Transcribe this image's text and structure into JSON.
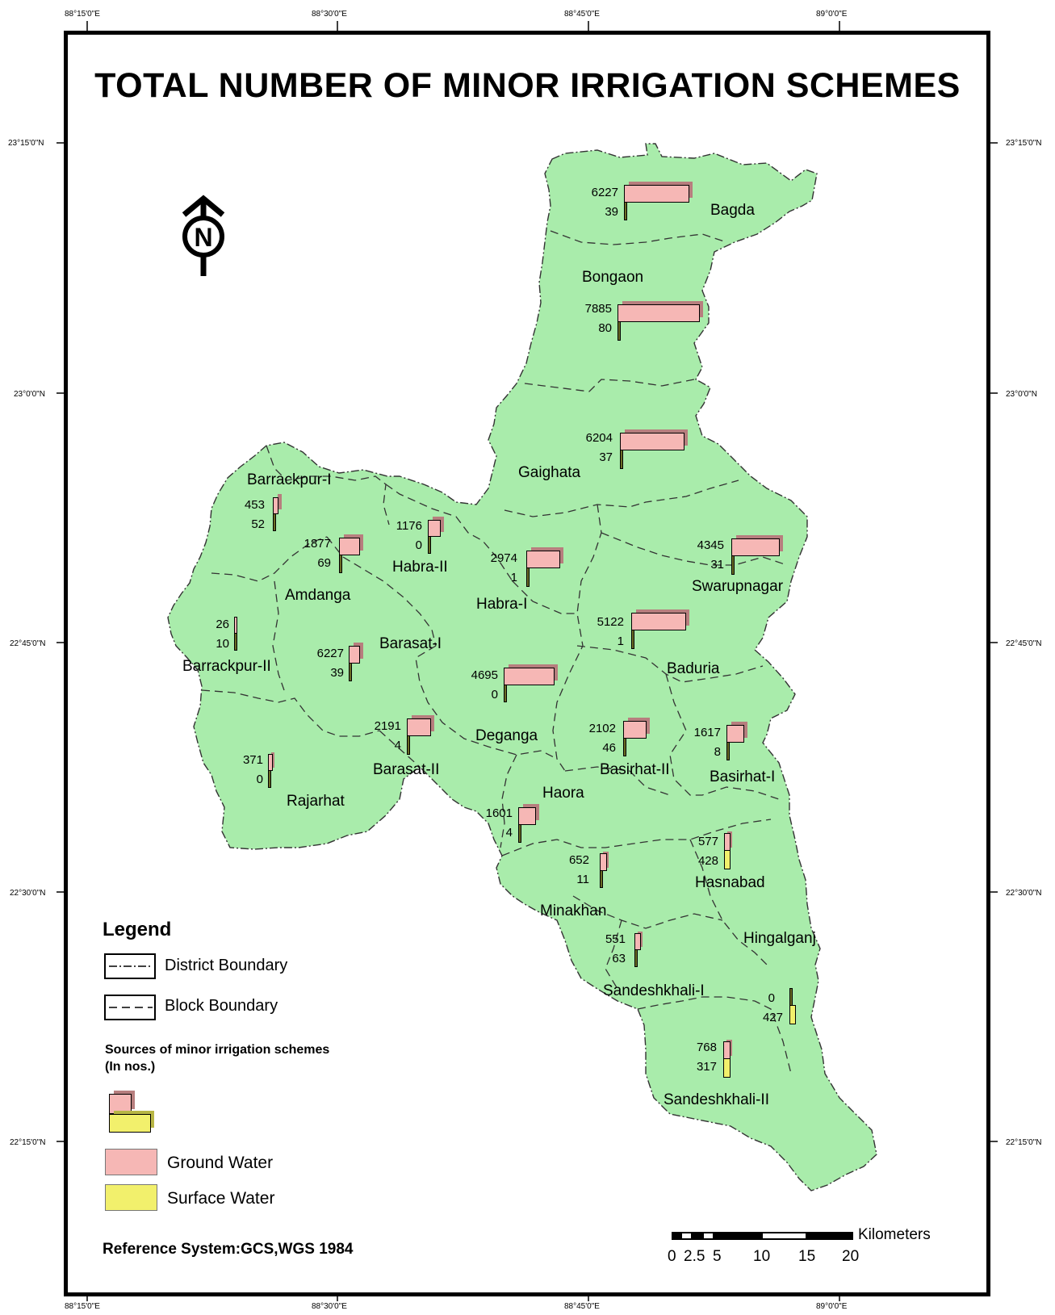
{
  "title": "TOTAL NUMBER OF MINOR IRRIGATION SCHEMES",
  "graticule": {
    "longitudes": [
      "88°15'0\"E",
      "88°30'0\"E",
      "88°45'0\"E",
      "89°0'0\"E"
    ],
    "latitudes": [
      "23°15'0\"N",
      "23°0'0\"N",
      "22°45'0\"N",
      "22°30'0\"N",
      "22°15'0\"N"
    ]
  },
  "north_arrow": "N",
  "colors": {
    "land": "#a9ecab",
    "ground_water": "#f6b7b5",
    "surface_water": "#f2f06c"
  },
  "blocks": [
    {
      "name": "Bagda",
      "ground_water": 6227,
      "surface_water": 39
    },
    {
      "name": "Bongaon",
      "ground_water": 7885,
      "surface_water": 80
    },
    {
      "name": "Gaighata",
      "ground_water": 6204,
      "surface_water": 37
    },
    {
      "name": "Barrackpur-I",
      "ground_water": 453,
      "surface_water": 52
    },
    {
      "name": "Amdanga",
      "ground_water": 1877,
      "surface_water": 69
    },
    {
      "name": "Habra-II",
      "ground_water": 1176,
      "surface_water": 0
    },
    {
      "name": "Habra-I",
      "ground_water": 2974,
      "surface_water": 1
    },
    {
      "name": "Swarupnagar",
      "ground_water": 4345,
      "surface_water": 31
    },
    {
      "name": "Barrackpur-II",
      "ground_water": 26,
      "surface_water": 10
    },
    {
      "name": "Barasat-I",
      "ground_water": 6227,
      "surface_water": 39
    },
    {
      "name": "Baduria",
      "ground_water": 5122,
      "surface_water": 1
    },
    {
      "name": "Deganga",
      "ground_water": 4695,
      "surface_water": 0
    },
    {
      "name": "Barasat-II",
      "ground_water": 2191,
      "surface_water": 4
    },
    {
      "name": "Basirhat-II",
      "ground_water": 2102,
      "surface_water": 46
    },
    {
      "name": "Basirhat-I",
      "ground_water": 1617,
      "surface_water": 8
    },
    {
      "name": "Rajarhat",
      "ground_water": 371,
      "surface_water": 0
    },
    {
      "name": "Haora",
      "ground_water": 1601,
      "surface_water": 4
    },
    {
      "name": "Hasnabad",
      "ground_water": 577,
      "surface_water": 428
    },
    {
      "name": "Minakhan",
      "ground_water": 652,
      "surface_water": 11
    },
    {
      "name": "Hingalganj",
      "ground_water": 0,
      "surface_water": 427
    },
    {
      "name": "Sandeshkhali-I",
      "ground_water": 551,
      "surface_water": 63
    },
    {
      "name": "Sandeshkhali-II",
      "ground_water": 768,
      "surface_water": 317
    }
  ],
  "legend": {
    "title": "Legend",
    "district_boundary": "District Boundary",
    "block_boundary": "Block Boundary",
    "sources_title": "Sources of minor irrigation schemes",
    "sources_unit": "(In nos.)",
    "ground_water": "Ground Water",
    "surface_water": "Surface Water"
  },
  "reference_system": "Reference System:GCS,WGS 1984",
  "scale_bar": {
    "unit": "Kilometers",
    "ticks": [
      "0",
      "2.5",
      "5",
      "10",
      "15",
      "20"
    ]
  }
}
